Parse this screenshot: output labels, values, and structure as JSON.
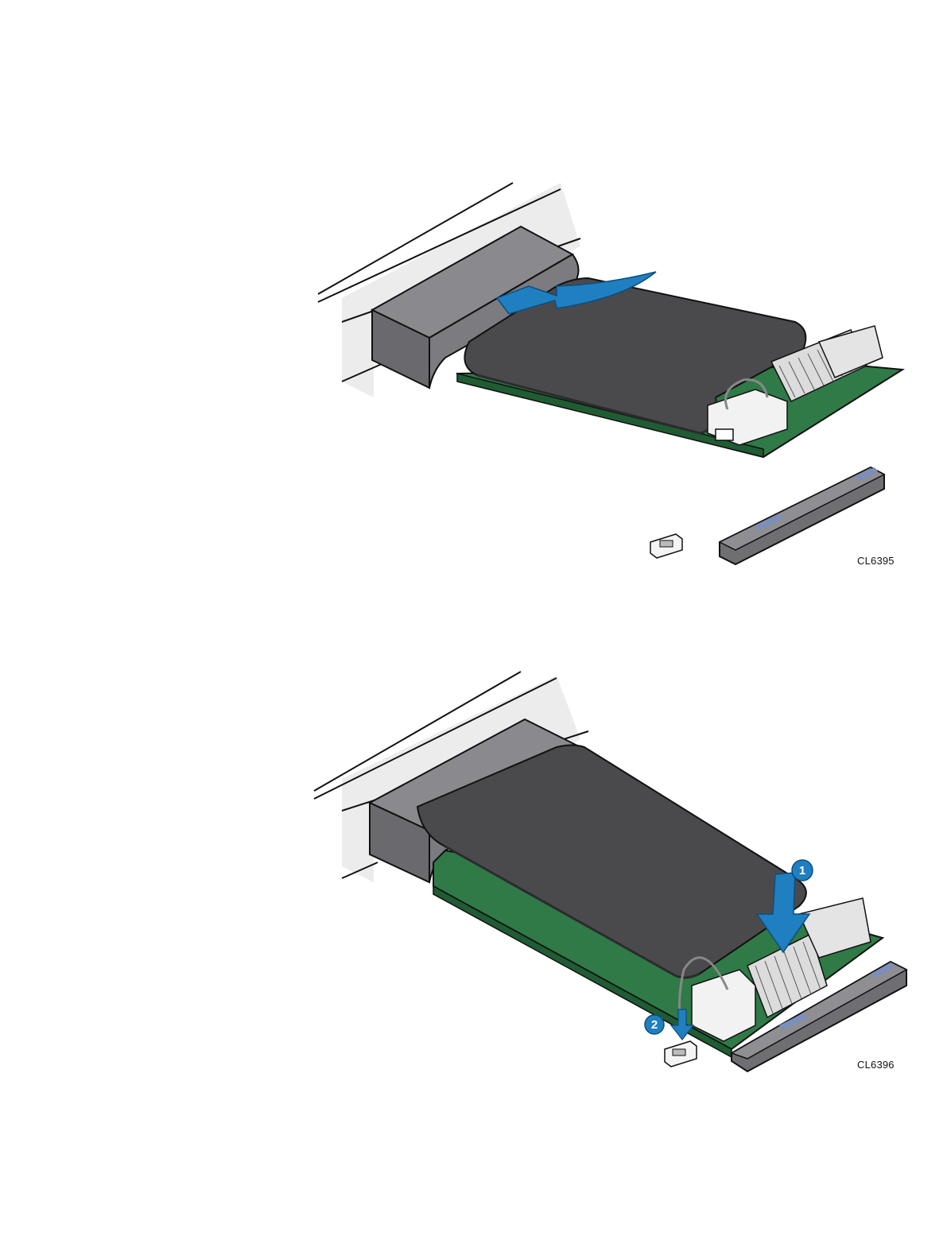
{
  "figures": [
    {
      "code": "CL6395",
      "callouts": []
    },
    {
      "code": "CL6396",
      "callouts": [
        {
          "number": "1",
          "icon": "down-arrow-icon"
        },
        {
          "number": "2",
          "icon": "down-arrow-icon"
        }
      ]
    }
  ],
  "colors": {
    "callout_blue": "#1f7fc1",
    "pcb_green": "#2f7a47",
    "battery_dark": "#4a4a4d",
    "bracket_gray": "#707074",
    "chassis_light": "#ececec"
  }
}
